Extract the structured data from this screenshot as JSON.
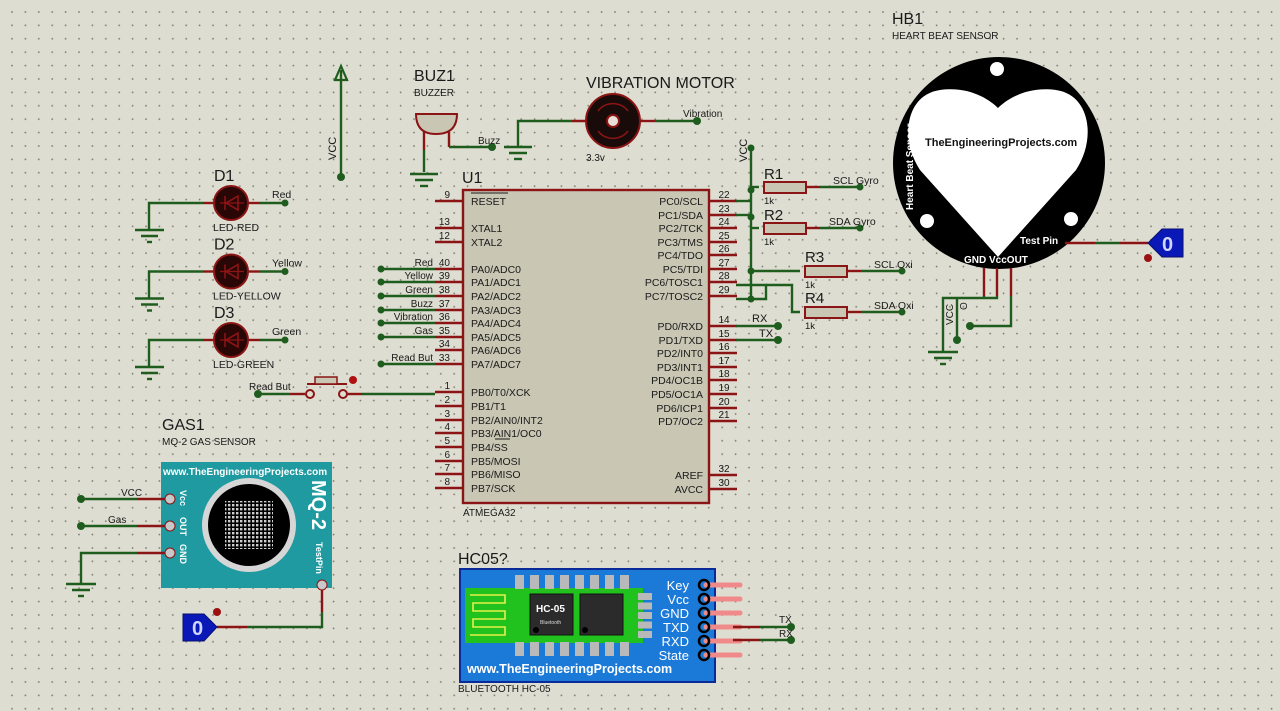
{
  "title": "Proteus schematic - ATMEGA32 sensor board",
  "colors": {
    "background": "#deddd1",
    "wire": "#1f5d1f",
    "pin": "#8b1414",
    "chip_body": "#c9c6b4",
    "probe": "#0a18b8",
    "gas_board": "#1e9aa0",
    "bt_board": "#1b7ad8",
    "bt_pcb": "#22c21e"
  },
  "mcu": {
    "ref": "U1",
    "part": "ATMEGA32",
    "left_pins": [
      {
        "num": "9",
        "name": "RESET",
        "net": ""
      },
      {
        "num": "13",
        "name": "XTAL1",
        "net": ""
      },
      {
        "num": "12",
        "name": "XTAL2",
        "net": ""
      },
      {
        "num": "40",
        "name": "PA0/ADC0",
        "net": "Red"
      },
      {
        "num": "39",
        "name": "PA1/ADC1",
        "net": "Yellow"
      },
      {
        "num": "38",
        "name": "PA2/ADC2",
        "net": "Green"
      },
      {
        "num": "37",
        "name": "PA3/ADC3",
        "net": "Buzz"
      },
      {
        "num": "36",
        "name": "PA4/ADC4",
        "net": "Vibration"
      },
      {
        "num": "35",
        "name": "PA5/ADC5",
        "net": "Gas"
      },
      {
        "num": "34",
        "name": "PA6/ADC6",
        "net": ""
      },
      {
        "num": "33",
        "name": "PA7/ADC7",
        "net": "Read But"
      },
      {
        "num": "1",
        "name": "PB0/T0/XCK",
        "net": ""
      },
      {
        "num": "2",
        "name": "PB1/T1",
        "net": ""
      },
      {
        "num": "3",
        "name": "PB2/AIN0/INT2",
        "net": ""
      },
      {
        "num": "4",
        "name": "PB3/AIN1/OC0",
        "net": ""
      },
      {
        "num": "5",
        "name": "PB4/SS",
        "net": ""
      },
      {
        "num": "6",
        "name": "PB5/MOSI",
        "net": ""
      },
      {
        "num": "7",
        "name": "PB6/MISO",
        "net": ""
      },
      {
        "num": "8",
        "name": "PB7/SCK",
        "net": ""
      }
    ],
    "right_pins": [
      {
        "num": "22",
        "name": "PC0/SCL"
      },
      {
        "num": "23",
        "name": "PC1/SDA"
      },
      {
        "num": "24",
        "name": "PC2/TCK"
      },
      {
        "num": "25",
        "name": "PC3/TMS"
      },
      {
        "num": "26",
        "name": "PC4/TDO"
      },
      {
        "num": "27",
        "name": "PC5/TDI"
      },
      {
        "num": "28",
        "name": "PC6/TOSC1"
      },
      {
        "num": "29",
        "name": "PC7/TOSC2"
      },
      {
        "num": "14",
        "name": "PD0/RXD"
      },
      {
        "num": "15",
        "name": "PD1/TXD"
      },
      {
        "num": "16",
        "name": "PD2/INT0"
      },
      {
        "num": "17",
        "name": "PD3/INT1"
      },
      {
        "num": "18",
        "name": "PD4/OC1B"
      },
      {
        "num": "19",
        "name": "PD5/OC1A"
      },
      {
        "num": "20",
        "name": "PD6/ICP1"
      },
      {
        "num": "21",
        "name": "PD7/OC2"
      },
      {
        "num": "32",
        "name": "AREF"
      },
      {
        "num": "30",
        "name": "AVCC"
      }
    ],
    "rx_label": "RX",
    "tx_label": "TX"
  },
  "vcc_label": "VCC",
  "leds": [
    {
      "ref": "D1",
      "part": "LED-RED",
      "net": "Red"
    },
    {
      "ref": "D2",
      "part": "LED-YELLOW",
      "net": "Yellow"
    },
    {
      "ref": "D3",
      "part": "LED-GREEN",
      "net": "Green"
    }
  ],
  "buzzer": {
    "ref": "BUZ1",
    "part": "BUZZER",
    "net": "Buzz"
  },
  "motor": {
    "ref": "VIBRATION MOTOR",
    "value": "3.3v",
    "net": "Vibration"
  },
  "button": {
    "net": "Read But"
  },
  "resistors": [
    {
      "ref": "R1",
      "value": "1k",
      "net": "SCL Gyro"
    },
    {
      "ref": "R2",
      "value": "1k",
      "net": "SDA Gyro"
    },
    {
      "ref": "R3",
      "value": "1k",
      "net": "SCL Oxi"
    },
    {
      "ref": "R4",
      "value": "1k",
      "net": "SDA Oxi"
    }
  ],
  "heart_sensor": {
    "ref": "HB1",
    "part": "HEART BEAT SENSOR",
    "side_text": "Heart Beat Sensor",
    "brand": "TheEngineeringProjects.com",
    "pins_label": "GND VccOUT",
    "test_pin": "Test Pin",
    "net_vcc": "VCC",
    "net_out": "O",
    "probe_value": "0"
  },
  "gas_sensor": {
    "ref": "GAS1",
    "part": "MQ-2 GAS SENSOR",
    "brand": "www.TheEngineeringProjects.com",
    "model": "MQ-2",
    "pins": [
      "Vcc",
      "OUT",
      "GND"
    ],
    "test_pin": "TestPin",
    "net_vcc": "VCC",
    "net_out": "Gas",
    "probe_value": "0"
  },
  "bluetooth": {
    "ref": "HC05?",
    "part": "BLUETOOTH HC-05",
    "chip_label": "HC-05",
    "chip_sub": "Bluetooth",
    "brand": "www.TheEngineeringProjects.com",
    "pins": [
      "Key",
      "Vcc",
      "GND",
      "TXD",
      "RXD",
      "State"
    ],
    "net_tx": "TX",
    "net_rx": "RX"
  }
}
